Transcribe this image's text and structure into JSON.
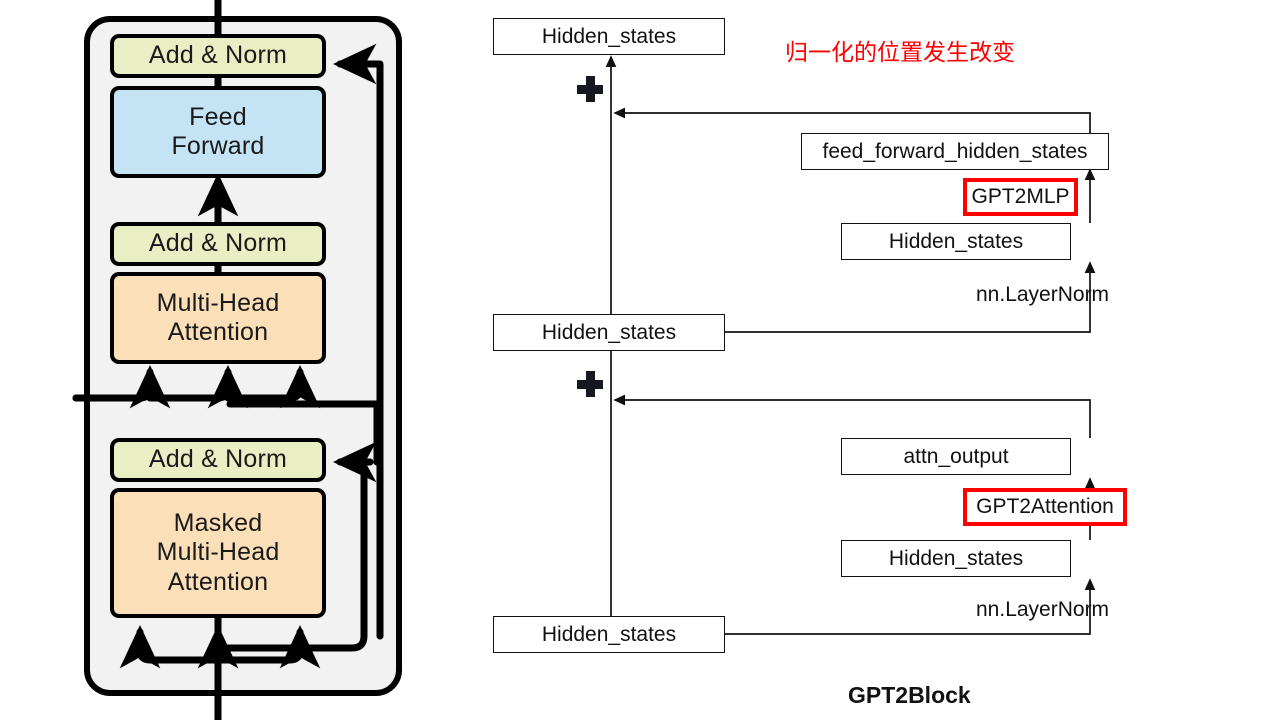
{
  "meta": {
    "title": "Transformer decoder block vs GPT2Block data flow",
    "colors": {
      "norm_fill": "#eaeec4",
      "ff_fill": "#c4e4f5",
      "attn_fill": "#fbdfb9",
      "panel_fill": "#f2f2f2",
      "highlight": "#ff0000",
      "stroke": "#000000"
    }
  },
  "left_diagram": {
    "name": "transformer-decoder-block",
    "blocks": [
      {
        "id": "add-norm-top",
        "label": "Add & Norm"
      },
      {
        "id": "feed-forward",
        "label": "Feed\nForward",
        "line1": "Feed",
        "line2": "Forward"
      },
      {
        "id": "add-norm-mid",
        "label": "Add & Norm"
      },
      {
        "id": "multi-head",
        "line1": "Multi-Head",
        "line2": "Attention"
      },
      {
        "id": "add-norm-bottom",
        "label": "Add & Norm"
      },
      {
        "id": "masked-multi-head",
        "line1": "Masked",
        "line2": "Multi-Head",
        "line3": "Attention"
      }
    ]
  },
  "right_diagram": {
    "name": "gpt2block-flow",
    "caption": "GPT2Block",
    "annotation": "归一化的位置发生改变",
    "nodes": [
      {
        "id": "hidden-states-out",
        "label": "Hidden_states"
      },
      {
        "id": "feed-forward-hidden",
        "label": "feed_forward_hidden_states"
      },
      {
        "id": "gpt2mlp",
        "label": "GPT2MLP",
        "highlight": true
      },
      {
        "id": "hidden-states-mlp-in",
        "label": "Hidden_states"
      },
      {
        "id": "hidden-states-mid",
        "label": "Hidden_states"
      },
      {
        "id": "attn-output",
        "label": "attn_output"
      },
      {
        "id": "gpt2attention",
        "label": "GPT2Attention",
        "highlight": true
      },
      {
        "id": "hidden-states-attn-in",
        "label": "Hidden_states"
      },
      {
        "id": "hidden-states-in",
        "label": "Hidden_states"
      }
    ],
    "operators": [
      {
        "id": "residual-add-top",
        "symbol": "+"
      },
      {
        "id": "residual-add-bottom",
        "symbol": "+"
      }
    ],
    "edge_labels": [
      {
        "id": "layernorm-mlp",
        "label": "nn.LayerNorm"
      },
      {
        "id": "layernorm-attn",
        "label": "nn.LayerNorm"
      }
    ]
  }
}
